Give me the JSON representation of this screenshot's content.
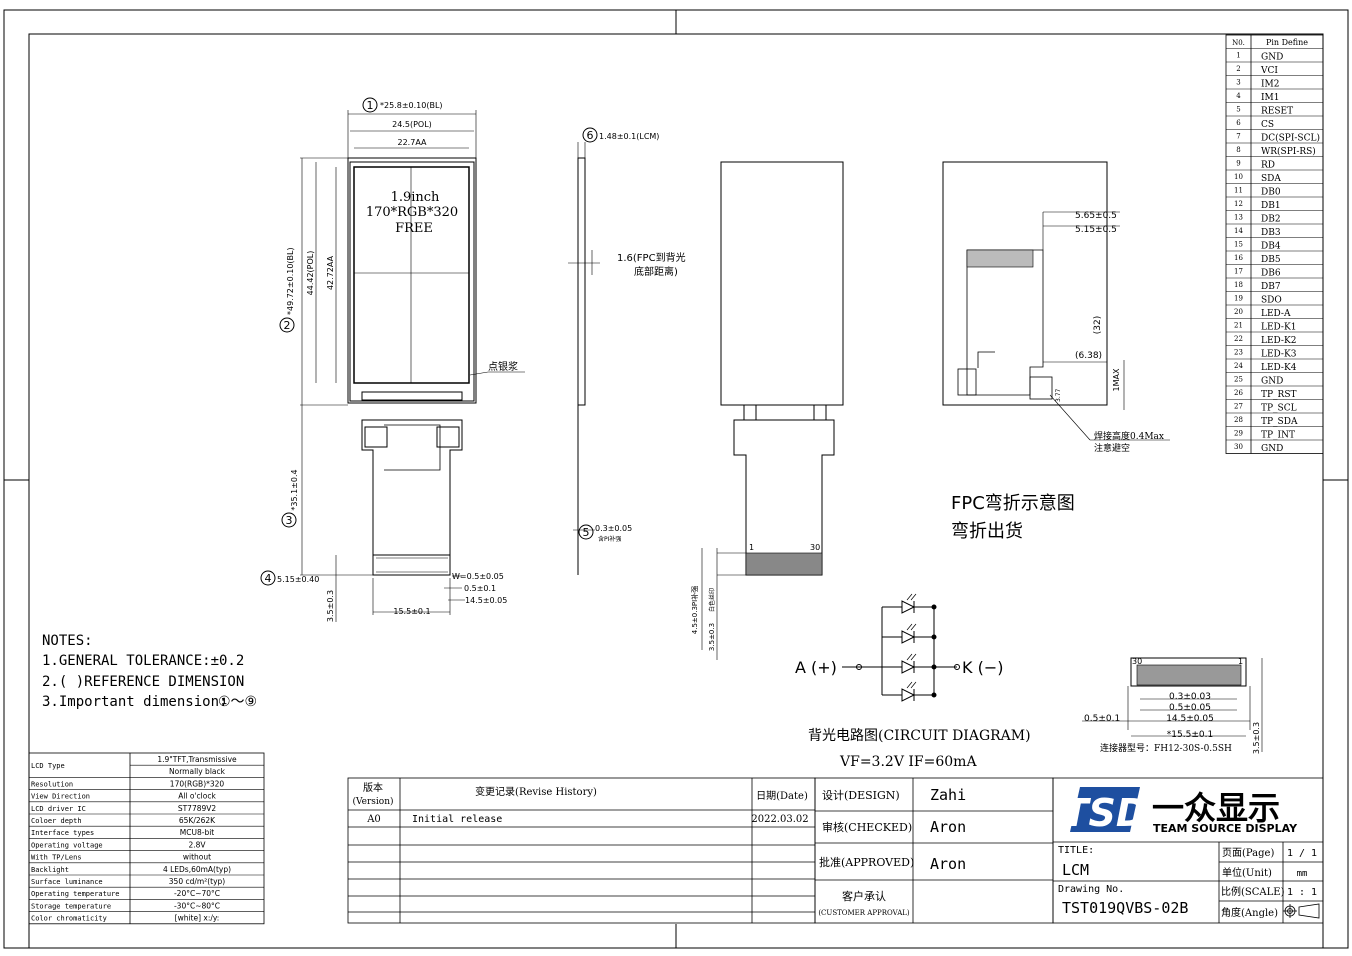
{
  "pin_table": {
    "header_no": "N0.",
    "header_def": "Pin Define",
    "pins": [
      {
        "no": "1",
        "def": "GND"
      },
      {
        "no": "2",
        "def": "VCI"
      },
      {
        "no": "3",
        "def": "IM2"
      },
      {
        "no": "4",
        "def": "IM1"
      },
      {
        "no": "5",
        "def": "RESET"
      },
      {
        "no": "6",
        "def": "CS"
      },
      {
        "no": "7",
        "def": "DC(SPI-SCL)"
      },
      {
        "no": "8",
        "def": "WR(SPI-RS)"
      },
      {
        "no": "9",
        "def": "RD"
      },
      {
        "no": "10",
        "def": "SDA"
      },
      {
        "no": "11",
        "def": "DB0"
      },
      {
        "no": "12",
        "def": "DB1"
      },
      {
        "no": "13",
        "def": "DB2"
      },
      {
        "no": "14",
        "def": "DB3"
      },
      {
        "no": "15",
        "def": "DB4"
      },
      {
        "no": "16",
        "def": "DB5"
      },
      {
        "no": "17",
        "def": "DB6"
      },
      {
        "no": "18",
        "def": "DB7"
      },
      {
        "no": "19",
        "def": "SDO"
      },
      {
        "no": "20",
        "def": "LED-A"
      },
      {
        "no": "21",
        "def": "LED-K1"
      },
      {
        "no": "22",
        "def": "LED-K2"
      },
      {
        "no": "23",
        "def": "LED-K3"
      },
      {
        "no": "24",
        "def": "LED-K4"
      },
      {
        "no": "25",
        "def": "GND"
      },
      {
        "no": "26",
        "def": "TP_RST"
      },
      {
        "no": "27",
        "def": "TP_SCL"
      },
      {
        "no": "28",
        "def": "TP_SDA"
      },
      {
        "no": "29",
        "def": "TP_INT"
      },
      {
        "no": "30",
        "def": "GND"
      }
    ]
  },
  "front_view": {
    "screen_line1": "1.9inch",
    "screen_line2": "170*RGB*320",
    "screen_line3": "FREE",
    "dim_bl_width": "*25.8±0.10(BL)",
    "dim_pol_width": "24.5(POL)",
    "dim_aa_width": "22.7AA",
    "dim_bl_height": "*49.72±0.10(BL)",
    "dim_pol_height": "44.42(POL)",
    "dim_aa_height": "42.72AA",
    "silver_paste": "点银浆",
    "dim_fpc_length": "*35.1±0.4",
    "dim_pitch_offset": "5.15±0.40",
    "dim_w": "W=0.5±0.05",
    "dim_gap": "0.5±0.1",
    "dim_pins_span": "14.5±0.05",
    "dim_conn_width": "15.5±0.1",
    "dim_tail": "3.5±0.3",
    "marker1": "1",
    "marker2": "2",
    "marker3": "3",
    "marker4": "4"
  },
  "side_view": {
    "marker6": "6",
    "dim_lcm_thickness": "1.48±0.1(LCM)",
    "fpc_distance": "1.6(FPC到背光",
    "fpc_distance2": "底部距离)",
    "marker5": "5",
    "dim_pi": "0.3±0.05",
    "dim_pi_note": "含PI补强"
  },
  "back_view": {
    "pin1": "1",
    "pin30": "30",
    "dim_a": "4.5±0.3PI补强",
    "dim_b": "3.5±0.3",
    "dim_b_note": "白色丝印"
  },
  "fpc_bend": {
    "dim_565": "5.65±0.5",
    "dim_515": "5.15±0.5",
    "dim_32": "(32)",
    "dim_638": "(6.38)",
    "dim_1max": "1MAX",
    "dim_377": "3.77",
    "weld_note1": "焊接高度0.4Max",
    "weld_note2": "注意避空",
    "title1": "FPC弯折示意图",
    "title2": "弯折出货"
  },
  "circuit": {
    "anode": "A (+)",
    "cathode": "K (−)",
    "title": "背光电路图(CIRCUIT DIAGRAM)",
    "spec": "VF=3.2V  IF=60mA"
  },
  "connector": {
    "pin30": "30",
    "pin1": "1",
    "dim_03": "0.3±0.03",
    "dim_05": "0.5±0.05",
    "dim_05b": "0.5±0.1",
    "dim_145": "14.5±0.05",
    "dim_155": "*15.5±0.1",
    "dim_35": "3.5±0.3",
    "model": "连接器型号：FH12-30S-0.5SH"
  },
  "notes": {
    "title": "NOTES:",
    "line1": "1.GENERAL TOLERANCE:±0.2",
    "line2": "2.(  )REFERENCE DIMENSION",
    "line3_prefix": "3.Important dimension:",
    "line3_suffix": "①～⑨"
  },
  "spec_table": [
    {
      "label": "LCD Type",
      "value": "1.9\"TFT,Transmissive"
    },
    {
      "label": "",
      "value": "Normally black"
    },
    {
      "label": "Resolution",
      "value": "170(RGB)*320"
    },
    {
      "label": "View Direction",
      "value": "All o'clock"
    },
    {
      "label": "LCD driver IC",
      "value": "ST7789V2"
    },
    {
      "label": "Coloer depth",
      "value": "65K/262K"
    },
    {
      "label": "Interface types",
      "value": "MCU8-bit"
    },
    {
      "label": "Operating voltage",
      "value": "2.8V"
    },
    {
      "label": "With TP/Lens",
      "value": "without"
    },
    {
      "label": "Backlight",
      "value": "4 LEDs,60mA(typ)"
    },
    {
      "label": "Surface luminance",
      "value": "350 cd/m²(typ)"
    },
    {
      "label": "Operating temperature",
      "value": "-20°C~70°C"
    },
    {
      "label": "Storage temperature",
      "value": "-30°C~80°C"
    },
    {
      "label": "Color chromaticity",
      "value": "[white] x:/y:"
    }
  ],
  "revision": {
    "h_version": "版本",
    "h_version_en": "(Version)",
    "h_record": "变更记录(Revise History)",
    "h_date": "日期(Date)",
    "rows": [
      {
        "version": "A0",
        "record": "Initial release",
        "date": "2022.03.02"
      }
    ]
  },
  "approval": {
    "design_label": "设计(DESIGN)",
    "design_name": "Zahi",
    "checked_label": "审核(CHECKED)",
    "checked_name": "Aron",
    "approved_label": "批准(APPROVED)",
    "approved_name": "Aron",
    "customer_label": "客户承认",
    "customer_label_en": "(CUSTOMER APPROVAL)"
  },
  "title_block": {
    "logo_letters": "TSD",
    "logo_cn": "一众显示",
    "logo_en": "TEAM SOURCE DISPLAY",
    "title_label": "TITLE:",
    "title_value": "LCM",
    "drawing_label": "Drawing No.",
    "drawing_value": "TST019QVBS-02B",
    "page_label": "页面(Page)",
    "page_value": "1 / 1",
    "unit_label": "单位(Unit)",
    "unit_value": "mm",
    "scale_label": "比例(SCALE)",
    "scale_value": "1 : 1",
    "angle_label": "角度(Angle)"
  }
}
